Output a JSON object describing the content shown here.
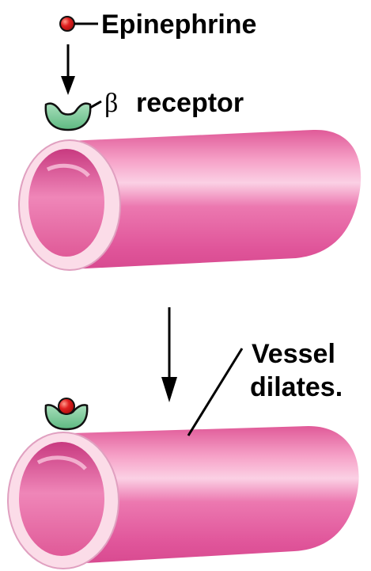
{
  "labels": {
    "ligand": "Epinephrine",
    "receptor_symbol": "β",
    "receptor_word": "receptor",
    "result_line1": "Vessel",
    "result_line2": "dilates."
  },
  "colors": {
    "vessel_pink": "#e8609e",
    "vessel_highlight": "#fbd0e4",
    "vessel_rim": "#fbdce8",
    "receptor_green": "#7cc89a",
    "ligand_red": "#d81818",
    "ink": "#000000"
  }
}
